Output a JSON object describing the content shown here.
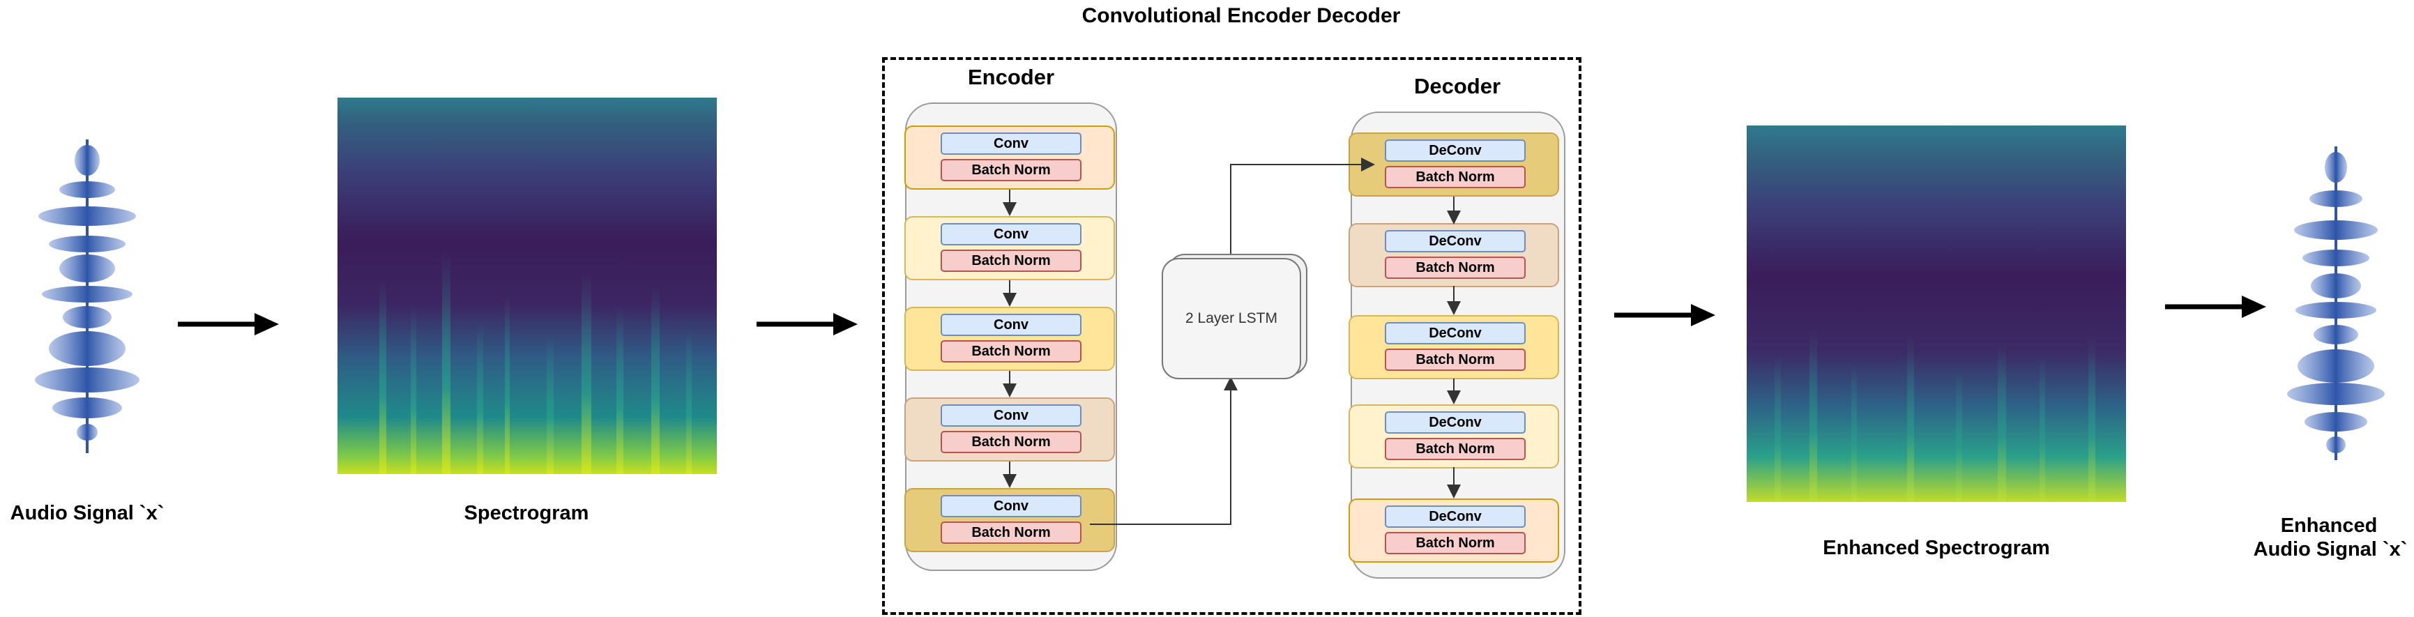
{
  "title": "Convolutional Encoder Decoder",
  "labels": {
    "audio_input": "Audio Signal `x`",
    "spectrogram": "Spectrogram",
    "enhanced_spectrogram": "Enhanced Spectrogram",
    "enhanced_audio_line1": "Enhanced",
    "enhanced_audio_line2": "Audio Signal `x`"
  },
  "encoder": {
    "title": "Encoder",
    "blocks": [
      {
        "op": "Conv",
        "norm": "Batch Norm",
        "fill": "#ffe6cc",
        "stroke": "#d79b00"
      },
      {
        "op": "Conv",
        "norm": "Batch Norm",
        "fill": "#fff2cc",
        "stroke": "#d6b656"
      },
      {
        "op": "Conv",
        "norm": "Batch Norm",
        "fill": "#ffe599",
        "stroke": "#d6b656"
      },
      {
        "op": "Conv",
        "norm": "Batch Norm",
        "fill": "#f0dcc4",
        "stroke": "#c9a47a"
      },
      {
        "op": "Conv",
        "norm": "Batch Norm",
        "fill": "#e6cc7a",
        "stroke": "#c9a447"
      }
    ]
  },
  "lstm": {
    "label": "2 Layer LSTM"
  },
  "decoder": {
    "title": "Decoder",
    "blocks": [
      {
        "op": "DeConv",
        "norm": "Batch Norm",
        "fill": "#e6cc7a",
        "stroke": "#c9a447"
      },
      {
        "op": "DeConv",
        "norm": "Batch Norm",
        "fill": "#f0dcc4",
        "stroke": "#c9a47a"
      },
      {
        "op": "DeConv",
        "norm": "Batch Norm",
        "fill": "#ffe599",
        "stroke": "#d6b656"
      },
      {
        "op": "DeConv",
        "norm": "Batch Norm",
        "fill": "#fff2cc",
        "stroke": "#d6b656"
      },
      {
        "op": "DeConv",
        "norm": "Batch Norm",
        "fill": "#ffe6cc",
        "stroke": "#d79b00"
      }
    ]
  },
  "colors": {
    "waveform": "#3a62b0",
    "spec_top": "#2f7a8e",
    "spec_mid": "#3a1d5a",
    "spec_low": "#1f8a8a",
    "spec_bottom": "#c8e020"
  }
}
